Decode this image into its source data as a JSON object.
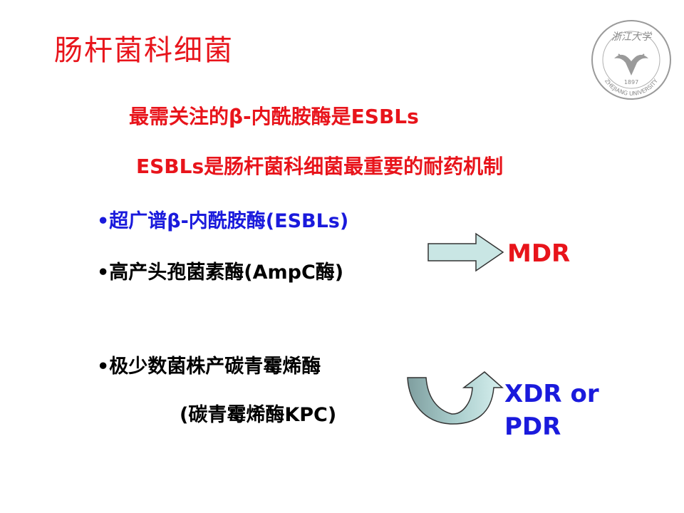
{
  "slide": {
    "title": "肠杆菌科细菌",
    "line1": "最需关注的β-内酰胺酶是ESBLs",
    "line2": "ESBLs是肠杆菌科细菌最重要的耐药机制",
    "bullets": [
      "•超广谱β-内酰胺酶(ESBLs)",
      "•高产头孢菌素酶(AmpC酶)",
      "•极少数菌株产碳青霉烯酶",
      "(碳青霉烯酶KPC)"
    ],
    "result1": "MDR",
    "result2_line1": "XDR or",
    "result2_line2": "PDR"
  },
  "logo": {
    "text": "浙江大学",
    "year": "1897",
    "ring_text": "ZHEJIANG UNIVERSITY"
  },
  "colors": {
    "red": "#e8141b",
    "blue": "#1a1adc",
    "arrow_fill": "#c9e6e4"
  }
}
